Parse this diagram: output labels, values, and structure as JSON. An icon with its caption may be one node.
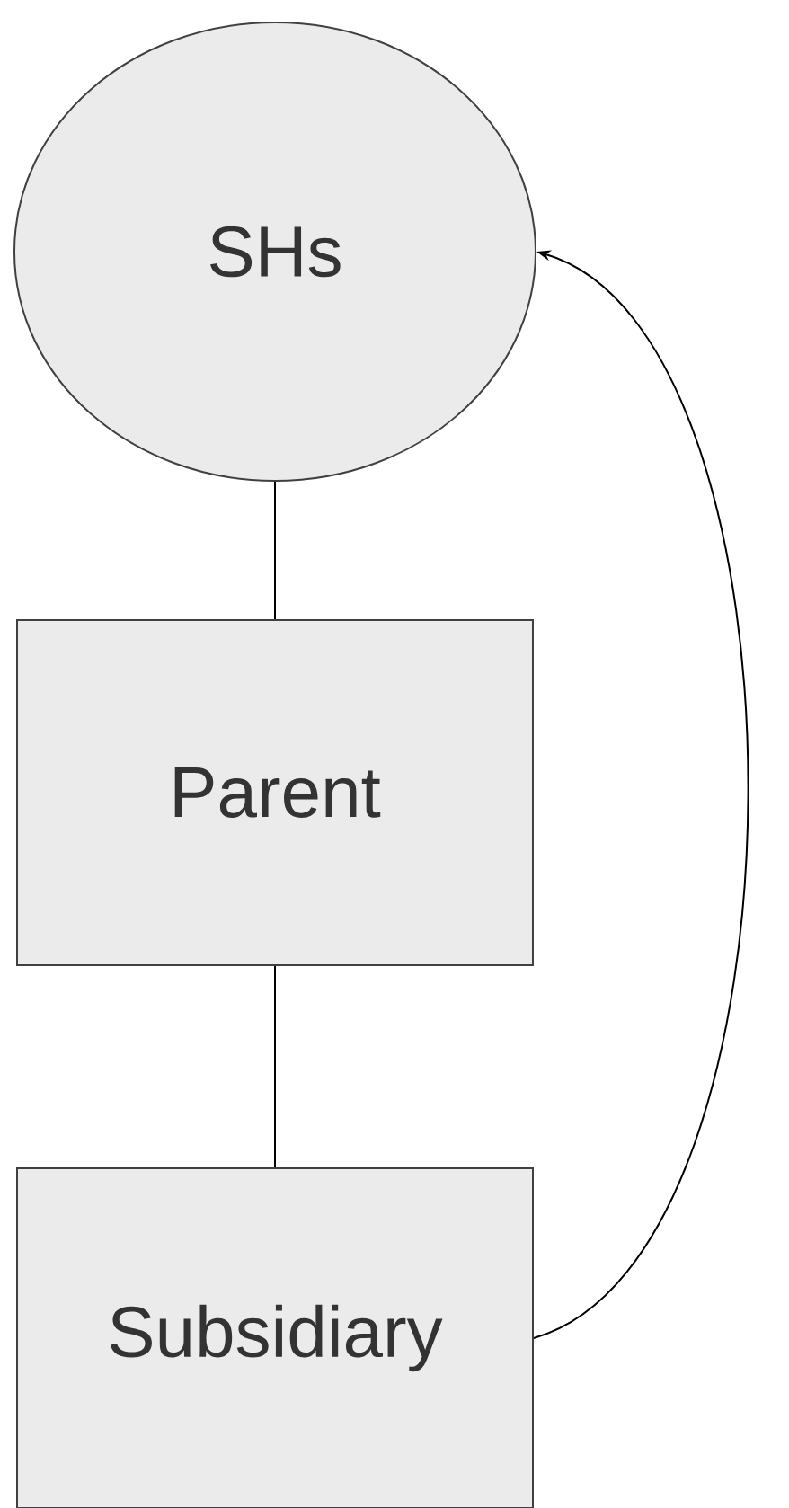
{
  "diagram": {
    "nodes": [
      {
        "text": [
          "SHs"
        ]
      },
      {
        "text": [
          "Parent"
        ]
      },
      {
        "text": [
          "Subsidiary"
        ]
      }
    ],
    "edges": [
      {
        "from": 0,
        "to": 1,
        "arrow": "none"
      },
      {
        "from": 1,
        "to": 2,
        "arrow": "none"
      },
      {
        "from": 2,
        "to": 0,
        "arrow": "to"
      }
    ]
  }
}
